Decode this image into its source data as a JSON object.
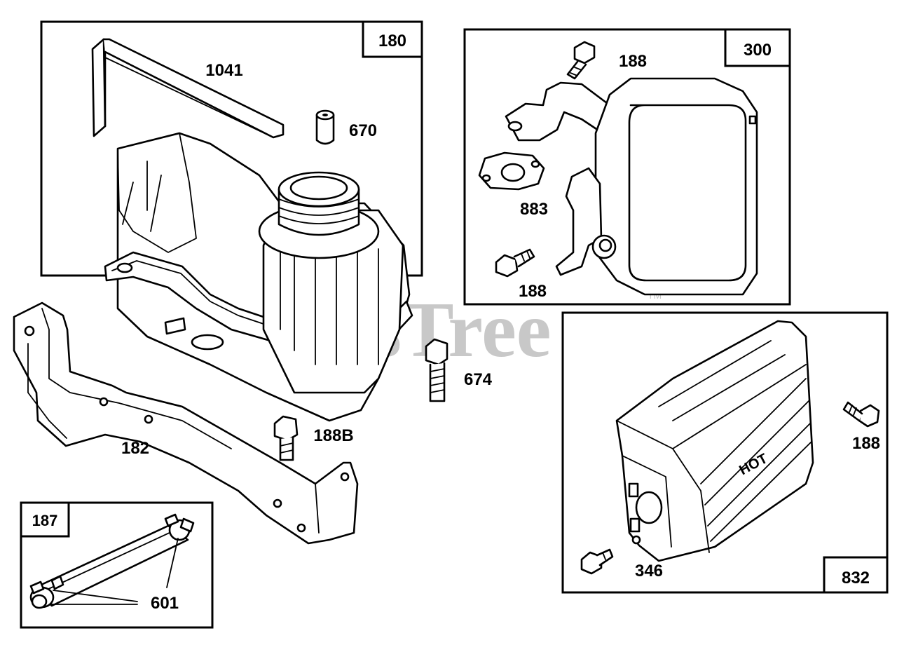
{
  "box_labels": {
    "oil_fill_kit": "180",
    "muffler_kit": "300",
    "fuel_line_kit": "187",
    "guard_kit": "832"
  },
  "part_labels": {
    "dipstick": "1041",
    "bushing": "670",
    "muffler_screw_top": "188",
    "gasket": "883",
    "muffler_screw_bottom": "188",
    "tank_screw": "674",
    "bracket_screw": "188B",
    "bracket": "182",
    "clamps": "601",
    "guard_screw_right": "188",
    "guard_screw_bottom": "346"
  },
  "watermark": {
    "text": "PartsTree",
    "tm": "TM"
  },
  "guard_marking": "HOT",
  "colors": {
    "line": "#000000",
    "watermark": "#c8c8c8",
    "background": "#ffffff"
  }
}
